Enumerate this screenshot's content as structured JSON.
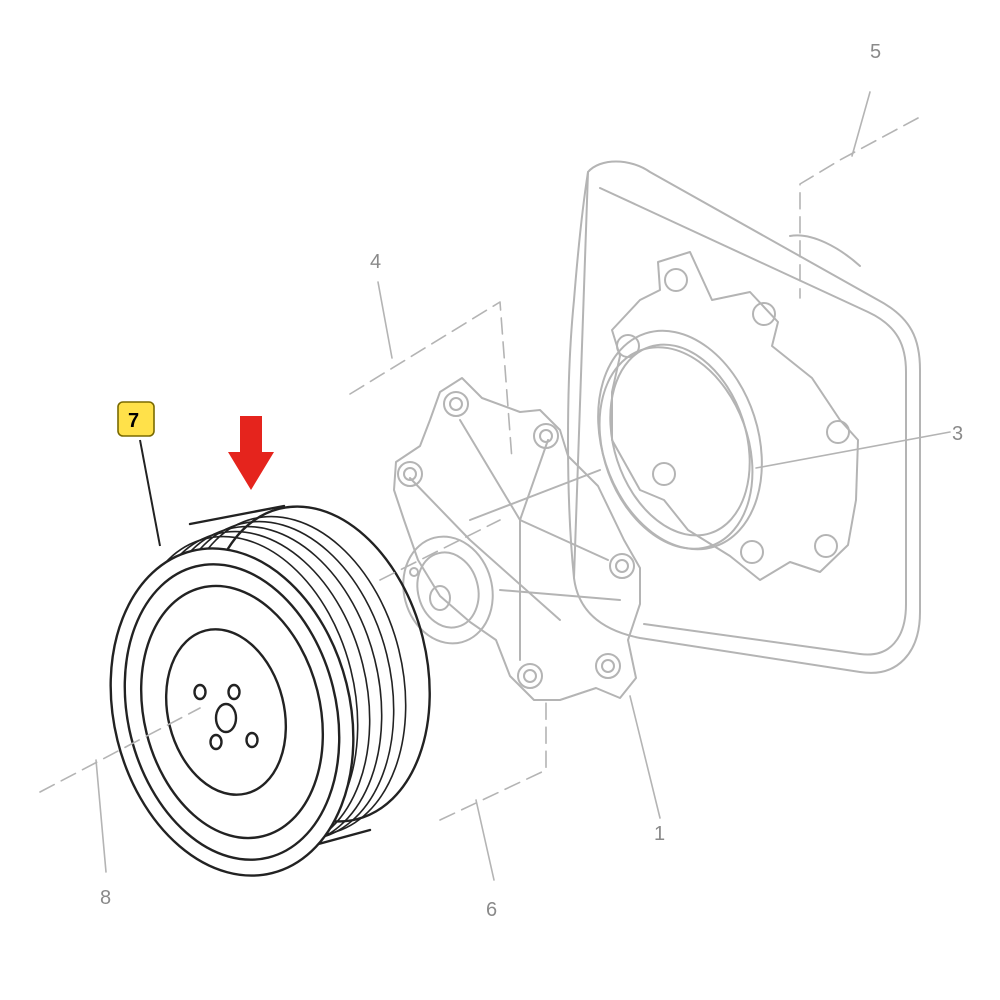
{
  "diagram": {
    "colors": {
      "ghost_line": "#b4b4b4",
      "ghost_text": "#8a8a8a",
      "part_line": "#222222",
      "highlight_badge": "#ffe14a",
      "highlight_border": "#7a6a00",
      "arrow": "#e5241d"
    },
    "callouts": {
      "c1": "1",
      "c3": "3",
      "c4": "4",
      "c5": "5",
      "c6": "6",
      "c7": "7",
      "c8": "8"
    },
    "highlighted_callout": "7"
  }
}
